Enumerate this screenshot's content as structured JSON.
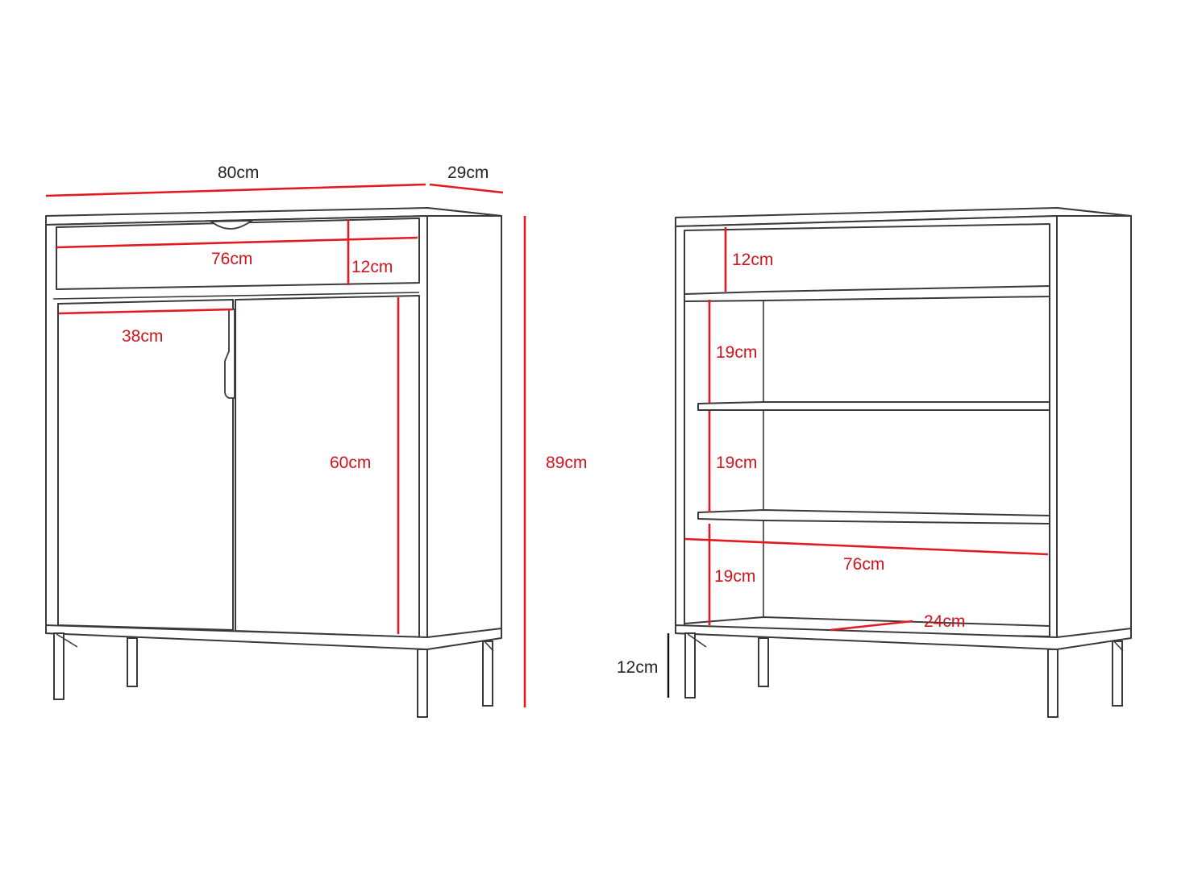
{
  "colors": {
    "dimension_red": "#e21a22",
    "outline": "#3a3a3a",
    "background": "#ffffff"
  },
  "closed_view": {
    "overall_width": "80cm",
    "overall_depth": "29cm",
    "overall_height": "89cm",
    "drawer_width": "76cm",
    "drawer_height": "12cm",
    "door_width": "38cm",
    "door_height": "60cm"
  },
  "open_view": {
    "top_compartment_height": "12cm",
    "shelf_gap_1": "19cm",
    "shelf_gap_2": "19cm",
    "shelf_gap_3": "19cm",
    "interior_width": "76cm",
    "interior_depth": "24cm",
    "leg_height": "12cm"
  }
}
